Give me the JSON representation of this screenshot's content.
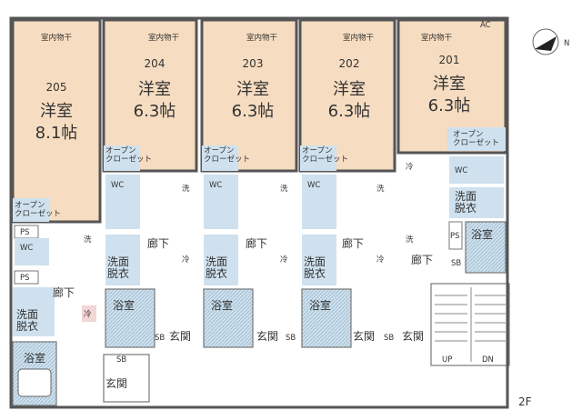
{
  "floor_label": "2F",
  "units": [
    {
      "number": "205",
      "room_type": "洋室",
      "size": "8.1帖",
      "drying": "室内物干",
      "closet": "オープン\nクローゼット"
    },
    {
      "number": "204",
      "room_type": "洋室",
      "size": "6.3帖",
      "drying": "室内物干",
      "closet": "オープン\nクローゼット"
    },
    {
      "number": "203",
      "room_type": "洋室",
      "size": "6.3帖",
      "drying": "室内物干",
      "closet": "オープン\nクローゼット"
    },
    {
      "number": "202",
      "room_type": "洋室",
      "size": "6.3帖",
      "drying": "室内物干",
      "closet": "オープン\nクローゼット"
    },
    {
      "number": "201",
      "room_type": "洋室",
      "size": "6.3帖",
      "drying": "室内物干",
      "closet": "オープン\nクローゼット"
    }
  ],
  "labels": {
    "wc": "WC",
    "ps": "PS",
    "sb": "SB",
    "wash": "洗面\n脱衣",
    "bath": "浴室",
    "hall": "廊下",
    "entrance": "玄関",
    "sink": "洗",
    "fridge": "冷",
    "ac": "AC",
    "up": "UP",
    "dn": "DN"
  },
  "compass": "N"
}
